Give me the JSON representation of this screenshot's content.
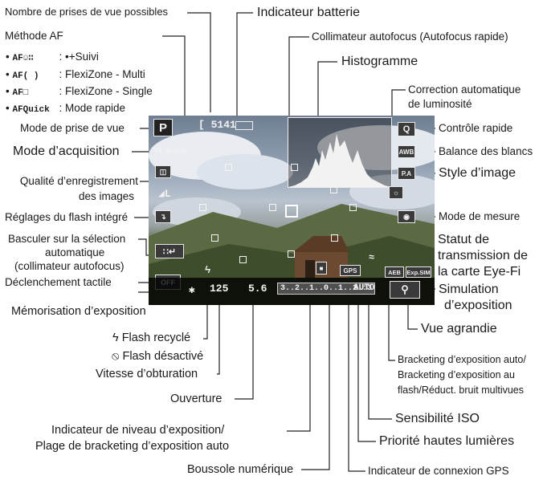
{
  "labels": {
    "nb_prises": "Nombre de prises de vue possibles",
    "methode_af": "Méthode AF",
    "af_suivi": ": •+Suivi",
    "af_multi": ": FlexiZone - Multi",
    "af_single": ": FlexiZone - Single",
    "af_quick": ": Mode rapide",
    "mode_prise": "Mode de prise de vue",
    "mode_acq": "Mode d’acquisition",
    "qualite_1": "Qualité d’enregistrement",
    "qualite_2": "des images",
    "flash_integre": "Réglages du flash intégré",
    "basculer_1": "Basculer sur la sélection",
    "basculer_2": "automatique",
    "basculer_3": "(collimateur autofocus)",
    "declench": "Déclenchement tactile",
    "memo_expo": "Mémorisation d’exposition",
    "flash_recycle": "ϟ Flash recyclé",
    "flash_desactive": "⦸ Flash désactivé",
    "vitesse": "Vitesse d’obturation",
    "ouverture": "Ouverture",
    "indic_niveau_1": "Indicateur de niveau d’exposition/",
    "indic_niveau_2": "Plage de bracketing d’exposition auto",
    "boussole": "Boussole numérique",
    "batterie": "Indicateur batterie",
    "collimateur": "Collimateur autofocus (Autofocus rapide)",
    "histogramme": "Histogramme",
    "correction_1": "Correction automatique",
    "correction_2": "de luminosité",
    "controle_rapide": "Contrôle rapide",
    "balance": "Balance des blancs",
    "style": "Style d’image",
    "mode_mesure": "Mode de mesure",
    "statut_1": "Statut de",
    "statut_2": "transmission de",
    "statut_3": "la carte Eye-Fi",
    "simulation_1": "Simulation",
    "simulation_2": "d’exposition",
    "vue_agrandie": "Vue agrandie",
    "bracketing_1": "Bracketing d’exposition auto/",
    "bracketing_2": "Bracketing d’exposition au",
    "bracketing_3": "flash/Réduct. bruit multivues",
    "iso": "Sensibilité ISO",
    "priorite": "Priorité hautes lumières",
    "gps_conn": "Indicateur de connexion GPS"
  },
  "legend_codes": {
    "suivi": "AF☺∷",
    "multi": "AF( )",
    "single": "AF□",
    "quick": "AFQuick"
  },
  "screen": {
    "mode": "P",
    "af_quick": "AF Quick",
    "shots": "[ 5141",
    "shutter": "125",
    "aperture": "5.6",
    "exposure_scale": "3..2..1..0..1..2.:3",
    "gps": "GPS",
    "iso": "AUTO",
    "aeb": "AEB",
    "exp_sim": "Exp.SIM",
    "q": "Q",
    "awb": "AWB",
    "style": "P.A",
    "memo": "✱",
    "flash_ready": "ϟ"
  }
}
